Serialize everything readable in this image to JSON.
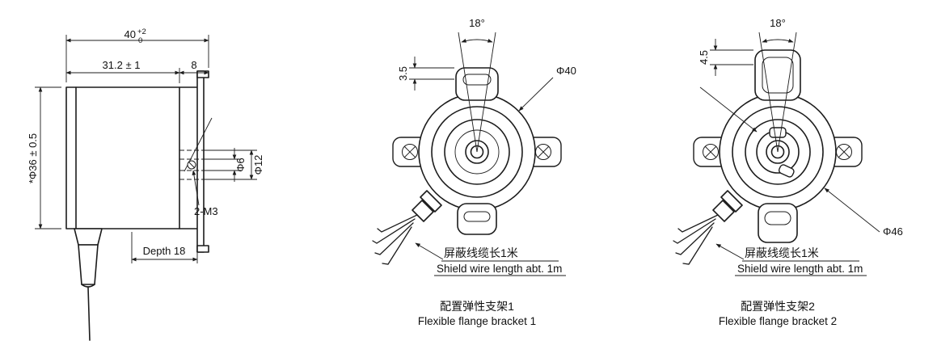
{
  "drawing": {
    "colors": {
      "line": "#1c1c1c",
      "background": "#ffffff"
    },
    "side_view": {
      "dim_total_width": "40",
      "dim_total_width_tol_upper": "+2",
      "dim_total_width_tol_lower": "0",
      "dim_body_width": "31.2 ± 1",
      "dim_flange_width": "8",
      "dim_body_diameter": "*Φ36 ± 0.5",
      "dim_shaft_diameter": "Φ6",
      "dim_boss_diameter": "Φ12",
      "label_screws": "2-M3",
      "label_depth": "Depth 18"
    },
    "front_view_1": {
      "dim_angle": "18°",
      "dim_slot": "3.5",
      "dim_diameter": "Φ40",
      "cable_label_cn": "屏蔽线缆长1米",
      "cable_label_en": "Shield wire length abt. 1m",
      "caption_cn": "配置弹性支架1",
      "caption_en": "Flexible flange bracket 1"
    },
    "front_view_2": {
      "dim_angle": "18°",
      "dim_slot": "4.5",
      "dim_diameter": "Φ46",
      "cable_label_cn": "屏蔽线缆长1米",
      "cable_label_en": "Shield wire length abt. 1m",
      "caption_cn": "配置弹性支架2",
      "caption_en": "Flexible flange bracket 2"
    }
  }
}
